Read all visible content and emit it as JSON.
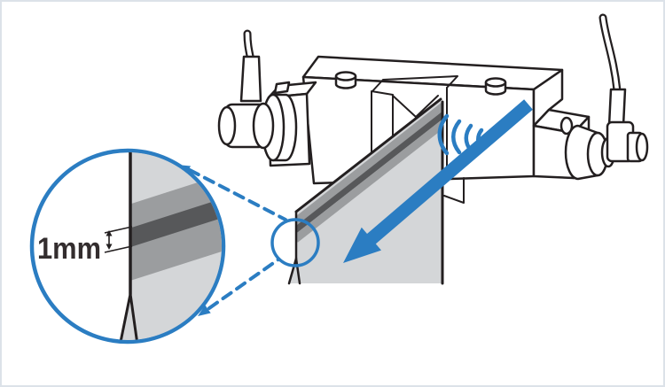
{
  "figure": {
    "kind": "technical-illustration",
    "subject": "fork-type ultrasonic edge sensor with sheet passing through slot",
    "measurement": {
      "label": "1mm"
    }
  },
  "colors": {
    "accent_blue": "#2b7dc2",
    "outline": "#231f20",
    "sheet_light": "#d4d6d8",
    "stripe_medium": "#9b9d9f",
    "stripe_dark": "#57585a",
    "frame_border": "#dce2e9",
    "canvas": "#ffffff",
    "label_ink": "#332d2e"
  },
  "icons": {
    "direction_arrow": "thick-arrow-down-left",
    "ultrasonic_waves": "sound-wave-arcs",
    "magnifier_callout": "zoom-circle-with-dashed-connectors",
    "dimension_arrow": "double-headed-vertical-arrow"
  }
}
